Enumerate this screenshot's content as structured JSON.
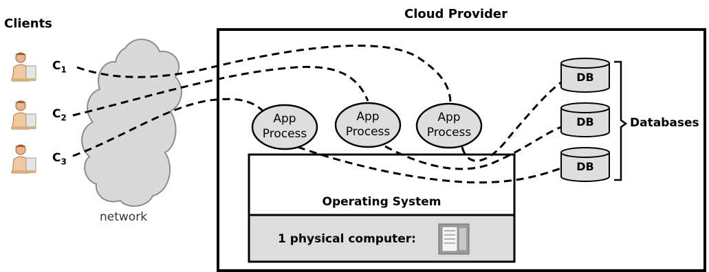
{
  "labels": {
    "clients": "Clients",
    "cloud_provider": "Cloud Provider",
    "network": "network",
    "databases": "Databases",
    "operating_system": "Operating System",
    "physical_computer": "1 physical computer:"
  },
  "clients": [
    {
      "letter": "C",
      "sub": "1"
    },
    {
      "letter": "C",
      "sub": "2"
    },
    {
      "letter": "C",
      "sub": "3"
    }
  ],
  "processes": [
    {
      "line1": "App",
      "line2": "Process"
    },
    {
      "line1": "App",
      "line2": "Process"
    },
    {
      "line1": "App",
      "line2": "Process"
    }
  ],
  "databases": [
    {
      "label": "DB"
    },
    {
      "label": "DB"
    },
    {
      "label": "DB"
    }
  ],
  "icons": [
    "person-at-computer-icon",
    "cloud-network-icon",
    "server-tower-icon",
    "database-cylinder-icon"
  ]
}
